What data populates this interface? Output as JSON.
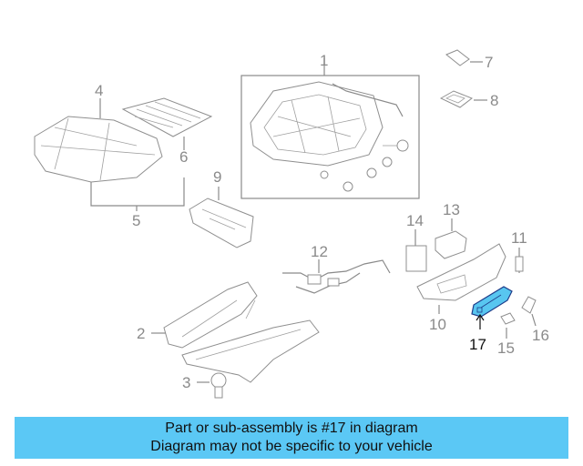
{
  "callouts": [
    "1",
    "2",
    "3",
    "4",
    "5",
    "6",
    "7",
    "8",
    "9",
    "10",
    "11",
    "12",
    "13",
    "14",
    "15",
    "16",
    "17"
  ],
  "highlighted_part": "17",
  "banner": {
    "line1": "Part or sub-assembly is #17 in diagram",
    "line2": "Diagram may not be specific to your vehicle"
  },
  "colors": {
    "banner": "#5bc8f5",
    "highlight": "#58c6f0",
    "linework": "#8a8a8a"
  }
}
